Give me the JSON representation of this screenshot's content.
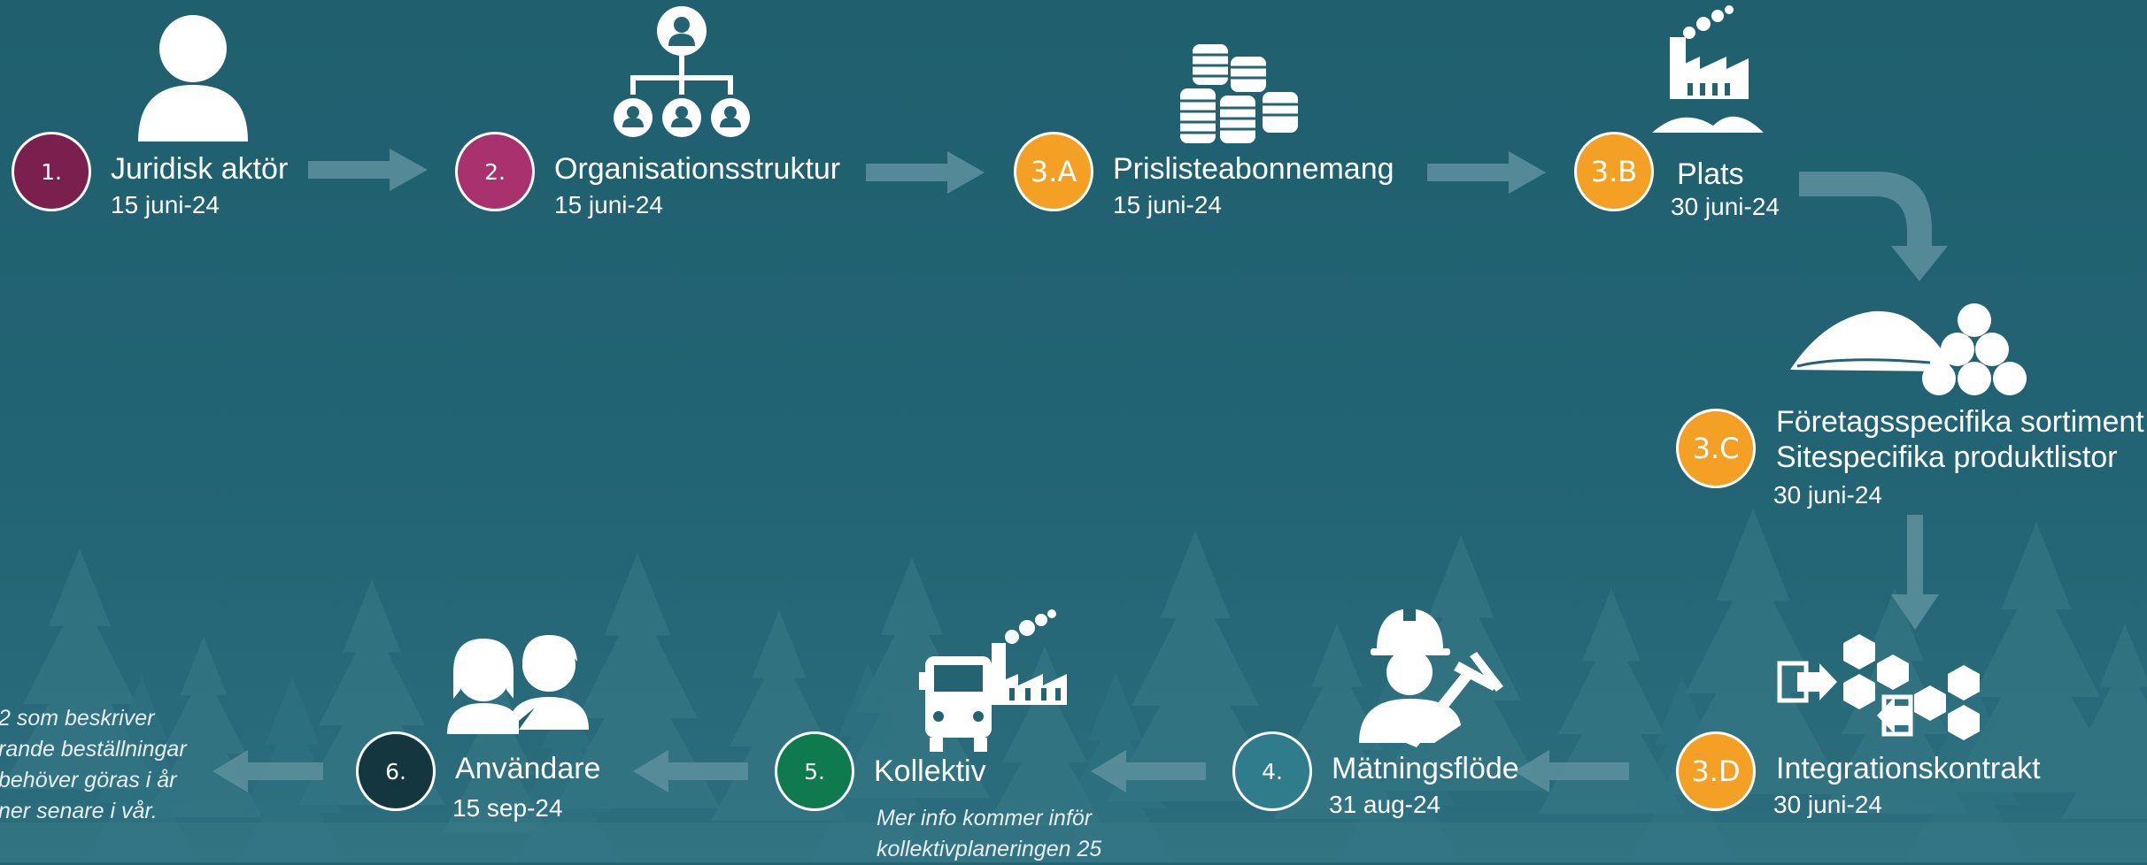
{
  "colors": {
    "background": "#236372",
    "purple": "#7b1f4f",
    "magenta": "#a8316e",
    "orange": "#f4a024",
    "teal": "#2f7c8c",
    "green": "#0e7a4e",
    "dark": "#13363f",
    "arrow": "#5a8f9b"
  },
  "steps": [
    {
      "badge": "1.",
      "title": "Juridisk aktör",
      "date": "15 juni-24",
      "icon": "person-icon"
    },
    {
      "badge": "2.",
      "title": "Organisationsstruktur",
      "date": "15 juni-24",
      "icon": "org-chart-icon"
    },
    {
      "badge": "3.A",
      "title": "Prislisteabonnemang",
      "date": "15 juni-24",
      "icon": "coin-stacks-icon"
    },
    {
      "badge": "3.B",
      "title": "Plats",
      "date": "30 juni-24",
      "icon": "factory-icon"
    },
    {
      "badge": "3.C",
      "title": "Företagsspecifika sortiment",
      "title2": "Sitespecifika produktlistor",
      "date": "30 juni-24",
      "icon": "timber-pile-icon"
    },
    {
      "badge": "3.D",
      "title": "Integrationskontrakt",
      "date": "30 juni-24",
      "icon": "integration-icon"
    },
    {
      "badge": "4.",
      "title": "Mätningsflöde",
      "date": "31 aug-24",
      "icon": "worker-caliper-icon"
    },
    {
      "badge": "5.",
      "title": "Kollektiv",
      "date": "",
      "note": [
        "Mer info kommer inför",
        "kollektivplaneringen 25"
      ],
      "icon": "truck-factory-icon"
    },
    {
      "badge": "6.",
      "title": "Användare",
      "date": "15 sep-24",
      "icon": "users-icon"
    }
  ],
  "side_note": [
    "2 som beskriver",
    "rande beställningar",
    "behöver göras i år",
    "ner senare i vår."
  ]
}
